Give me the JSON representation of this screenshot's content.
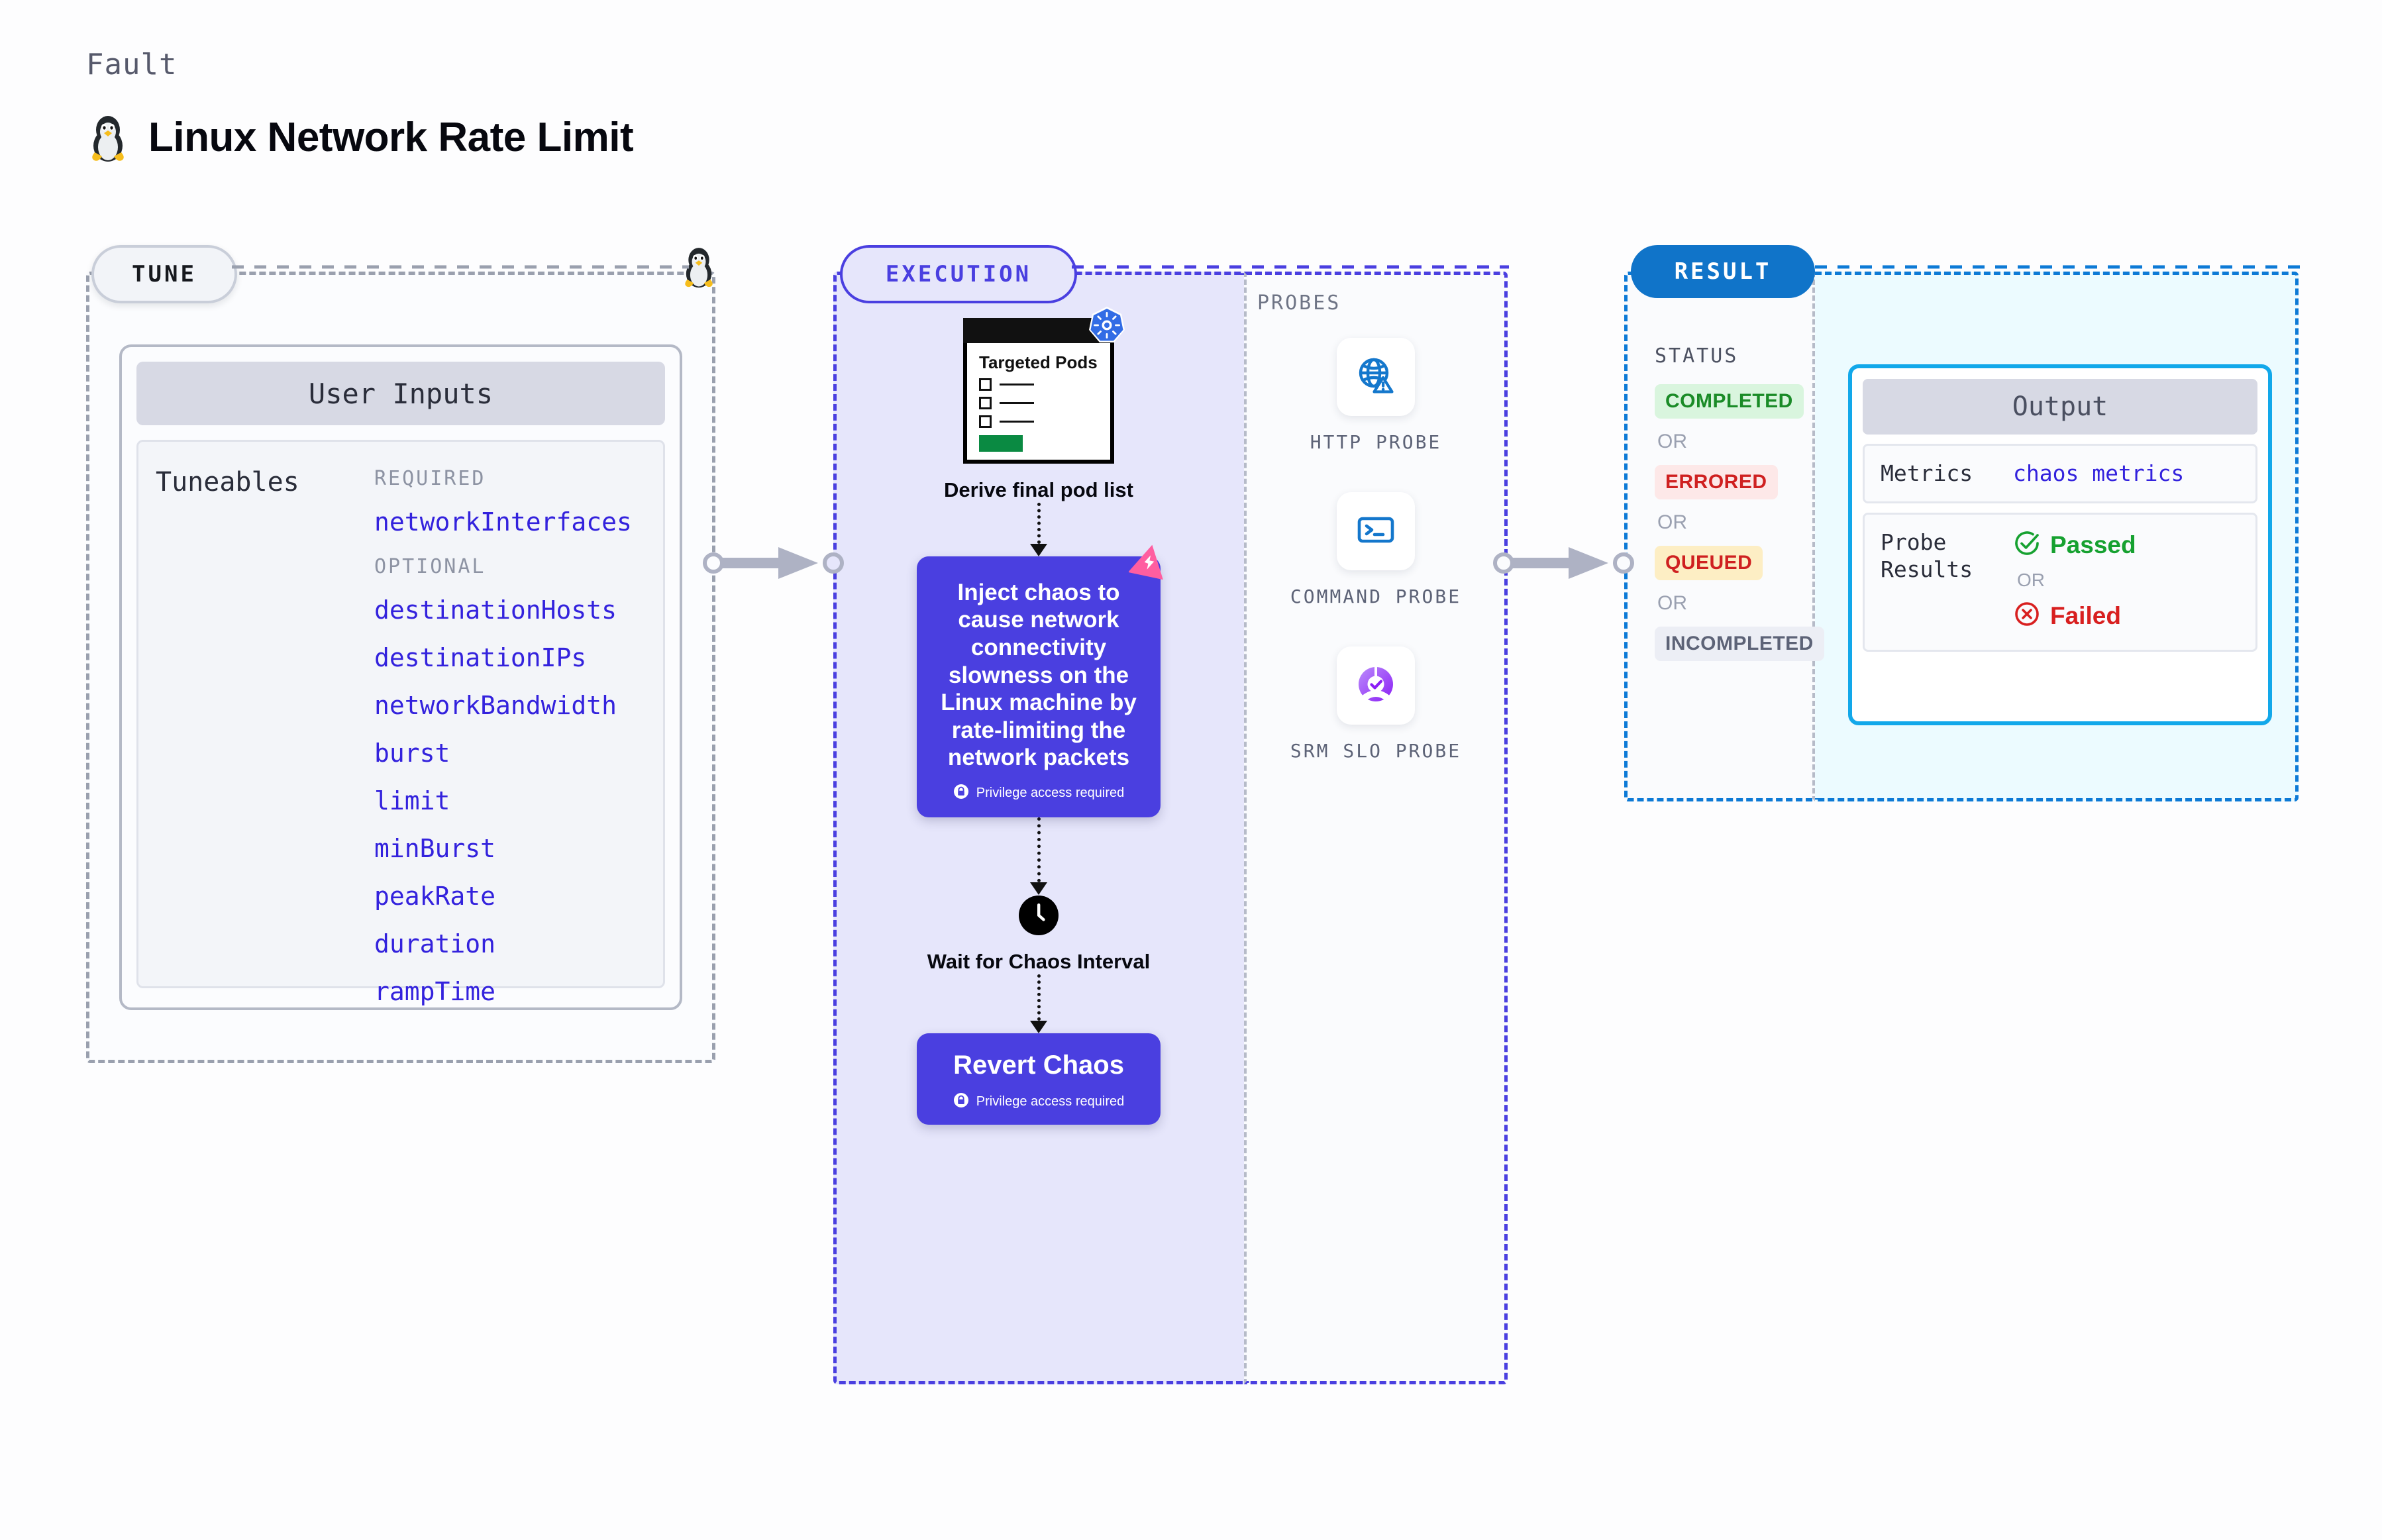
{
  "header": {
    "kicker": "Fault",
    "title": "Linux Network Rate Limit",
    "icon": "tux-penguin-icon"
  },
  "tune": {
    "pill_label": "TUNE",
    "corner_icon": "tux-penguin-icon",
    "card_header": "User Inputs",
    "tuneables_label": "Tuneables",
    "groups": [
      {
        "heading": "REQUIRED",
        "items": [
          "networkInterfaces"
        ]
      },
      {
        "heading": "OPTIONAL",
        "items": [
          "destinationHosts",
          "destinationIPs",
          "networkBandwidth",
          "burst",
          "limit",
          "minBurst",
          "peakRate",
          "duration",
          "rampTime"
        ]
      }
    ]
  },
  "execution": {
    "pill_label": "EXECUTION",
    "pods_card": {
      "title": "Targeted Pods",
      "badge_icon": "kubernetes-helm-icon",
      "rows": 3
    },
    "derive_caption": "Derive final pod list",
    "chaos": {
      "text": "Inject chaos to cause network connectivity slowness on the Linux machine by rate-limiting the network packets",
      "privilege_note": "Privilege access required",
      "privilege_icon": "lock-icon",
      "badge_icon": "litmus-chaos-icon"
    },
    "wait": {
      "icon": "clock-icon",
      "caption": "Wait for Chaos Interval"
    },
    "revert": {
      "label": "Revert Chaos",
      "privilege_note": "Privilege access required",
      "privilege_icon": "lock-icon"
    }
  },
  "probes": {
    "section_label": "PROBES",
    "items": [
      {
        "label": "HTTP PROBE",
        "icon": "globe-warning-icon"
      },
      {
        "label": "COMMAND PROBE",
        "icon": "terminal-icon"
      },
      {
        "label": "SRM SLO PROBE",
        "icon": "slo-donut-check-icon"
      }
    ]
  },
  "result": {
    "pill_label": "RESULT",
    "status_label": "STATUS",
    "or_label": "OR",
    "statuses": [
      {
        "label": "COMPLETED",
        "bg": "#d9f5de",
        "fg": "#1a8b27"
      },
      {
        "label": "ERRORED",
        "bg": "#fde8e8",
        "fg": "#cf2020"
      },
      {
        "label": "QUEUED",
        "bg": "#fdeec4",
        "fg": "#cf2020"
      },
      {
        "label": "INCOMPLETED",
        "bg": "#eceef5",
        "fg": "#5d6377"
      }
    ],
    "output": {
      "header": "Output",
      "metrics_key": "Metrics",
      "metrics_value": "chaos metrics",
      "probe_results_key": "Probe Results",
      "passed_label": "Passed",
      "passed_icon": "check-circle-icon",
      "or_label": "OR",
      "failed_label": "Failed",
      "failed_icon": "x-circle-icon"
    }
  },
  "colors": {
    "accent_indigo": "#4a3fe0",
    "accent_blue": "#1074c9",
    "accent_cyan": "#12a8ea",
    "link": "#3322dd"
  }
}
